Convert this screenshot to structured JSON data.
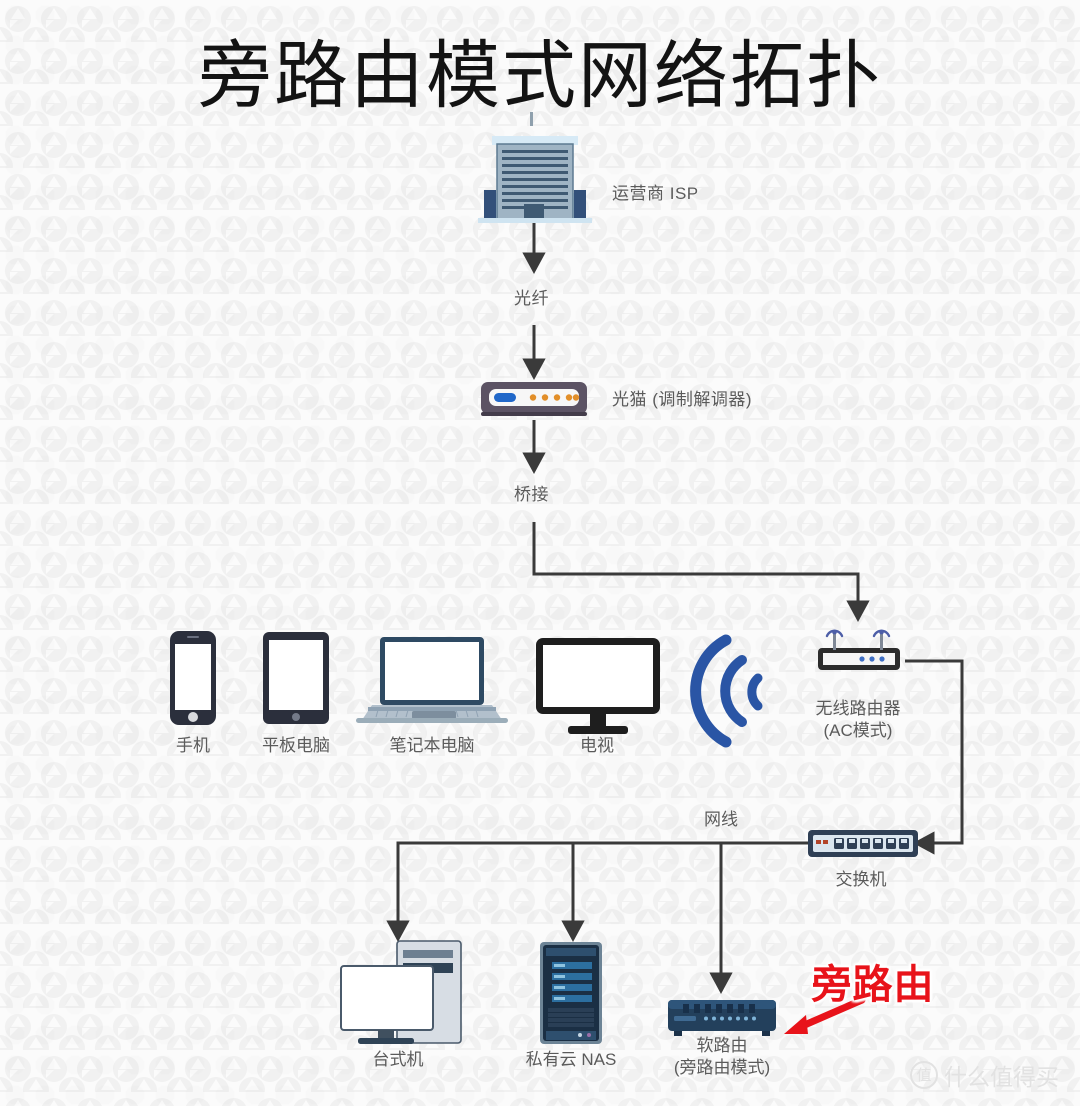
{
  "page": {
    "title": "旁路由模式网络拓扑",
    "background_color": "#fbfbfb",
    "line_color": "#3a3a3a",
    "label_color": "#5b5b5b",
    "accent_red": "#e8131a",
    "wifi_blue": "#2a55a5"
  },
  "nodes": {
    "isp": {
      "label": "运营商 ISP",
      "icon": "office-building-icon"
    },
    "fiber_link": {
      "label": "光纤"
    },
    "modem": {
      "label": "光猫 (调制解调器)",
      "icon": "modem-icon"
    },
    "bridge_link": {
      "label": "桥接"
    },
    "wireless_router": {
      "label_line1": "无线路由器",
      "label_line2": "(AC模式)",
      "icon": "wireless-router-icon"
    },
    "wifi_signal": {
      "icon": "wifi-waves-icon"
    },
    "switch": {
      "label": "交换机",
      "icon": "network-switch-icon"
    },
    "lan_link": {
      "label": "网线"
    },
    "soft_router": {
      "label_line1": "软路由",
      "label_line2": "(旁路由模式)",
      "icon": "soft-router-icon"
    }
  },
  "clients": [
    {
      "label": "手机",
      "icon": "smartphone-icon"
    },
    {
      "label": "平板电脑",
      "icon": "tablet-icon"
    },
    {
      "label": "笔记本电脑",
      "icon": "laptop-icon"
    },
    {
      "label": "电视",
      "icon": "television-icon"
    }
  ],
  "wired_devices": [
    {
      "label": "台式机",
      "icon": "desktop-pc-icon"
    },
    {
      "label": "私有云 NAS",
      "icon": "nas-server-icon"
    },
    {
      "label_line1": "软路由",
      "label_line2": "(旁路由模式)",
      "icon": "soft-router-icon"
    }
  ],
  "annotation": {
    "text": "旁路由",
    "color": "#e8131a",
    "arrow": "red-arrow-icon"
  },
  "watermark": {
    "mark": "值",
    "text": "什么值得买"
  }
}
